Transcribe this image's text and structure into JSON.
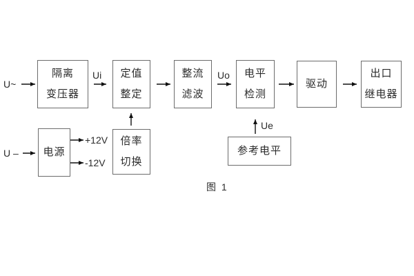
{
  "diagram": {
    "caption": "图 1",
    "inputs": {
      "ac_label": "U~",
      "dc_label": "U –"
    },
    "signal_labels": {
      "ui": "Ui",
      "uo": "Uo",
      "ue": "Ue"
    },
    "rail_labels": {
      "positive": "+12V",
      "negative": "-12V"
    },
    "blocks": {
      "isolation": {
        "line1": "隔离",
        "line2": "变压器"
      },
      "setting": {
        "line1": "定值",
        "line2": "整定"
      },
      "rectifier": {
        "line1": "整流",
        "line2": "滤波"
      },
      "level": {
        "line1": "电平",
        "line2": "检测"
      },
      "drive": {
        "label": "驱动"
      },
      "relay": {
        "line1": "出口",
        "line2": "继电器"
      },
      "power": {
        "label": "电源"
      },
      "multiplier": {
        "line1": "倍率",
        "line2": "切换"
      },
      "reference": {
        "label": "参考电平"
      }
    },
    "colors": {
      "background": "#ffffff",
      "box_border": "#6b6b6b",
      "text": "#2b2b2b",
      "arrow": "#111111"
    }
  }
}
